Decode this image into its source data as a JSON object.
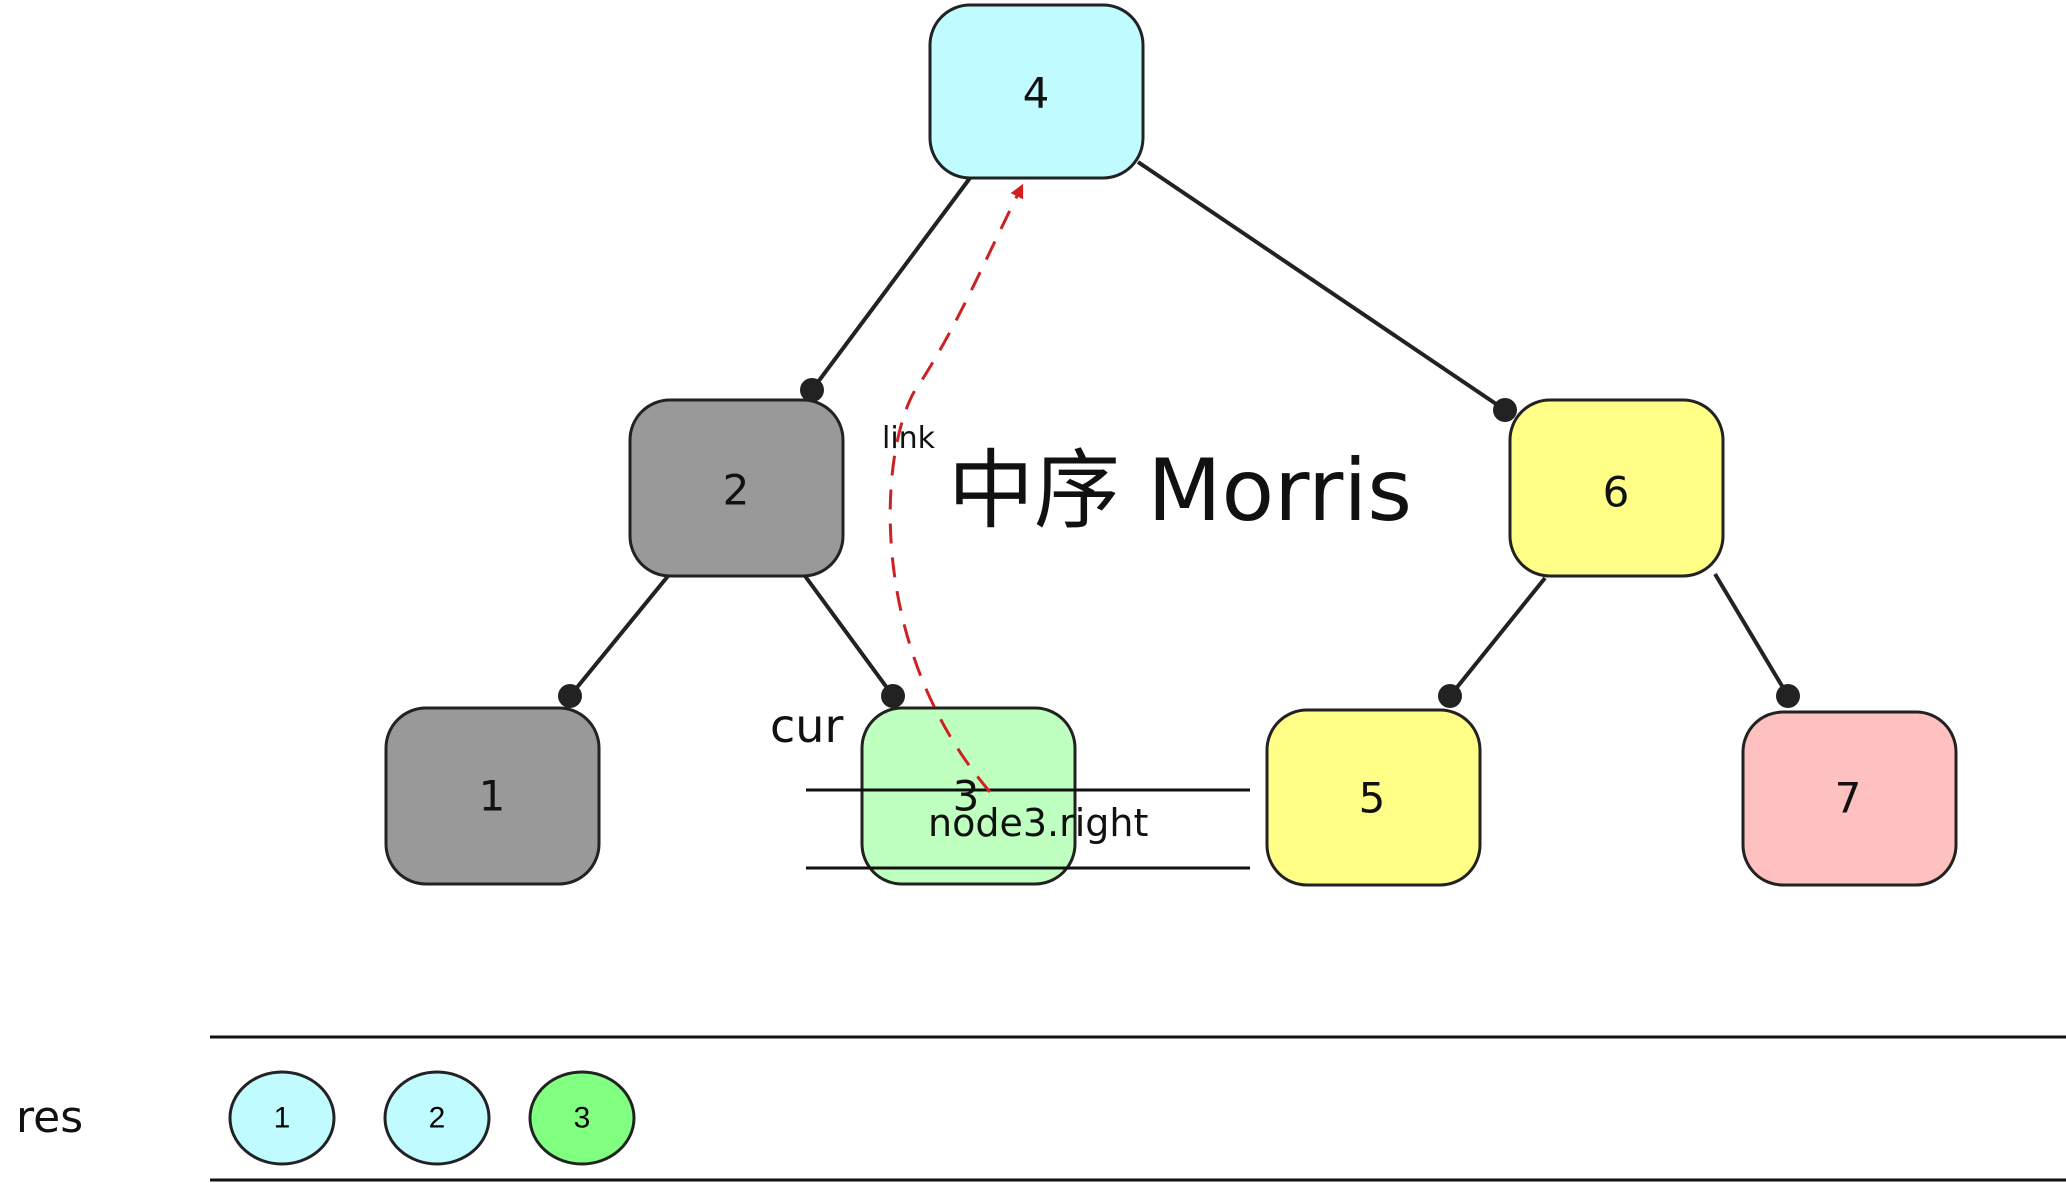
{
  "title": "中序 Morris",
  "nodes": [
    {
      "id": "n4",
      "label": "4",
      "fill": "#c0fcff"
    },
    {
      "id": "n2",
      "label": "2",
      "fill": "#999999"
    },
    {
      "id": "n6",
      "label": "6",
      "fill": "#ffff88"
    },
    {
      "id": "n1",
      "label": "1",
      "fill": "#999999"
    },
    {
      "id": "n3",
      "label": "3",
      "fill": "#bfffbf"
    },
    {
      "id": "n5",
      "label": "5",
      "fill": "#ffff88"
    },
    {
      "id": "n7",
      "label": "7",
      "fill": "#ffc0c0"
    }
  ],
  "edges": [
    {
      "from": "4",
      "to": "2"
    },
    {
      "from": "4",
      "to": "6"
    },
    {
      "from": "2",
      "to": "1"
    },
    {
      "from": "2",
      "to": "3"
    },
    {
      "from": "6",
      "to": "5"
    },
    {
      "from": "6",
      "to": "7"
    }
  ],
  "cur_label": "cur",
  "link_label": "link",
  "link_color": "#cc2222",
  "table_label": "node3.right",
  "res": {
    "label": "res",
    "items": [
      {
        "label": "1",
        "fill": "#c0fcff"
      },
      {
        "label": "2",
        "fill": "#c0fcff"
      },
      {
        "label": "3",
        "fill": "#80ff80"
      }
    ]
  }
}
